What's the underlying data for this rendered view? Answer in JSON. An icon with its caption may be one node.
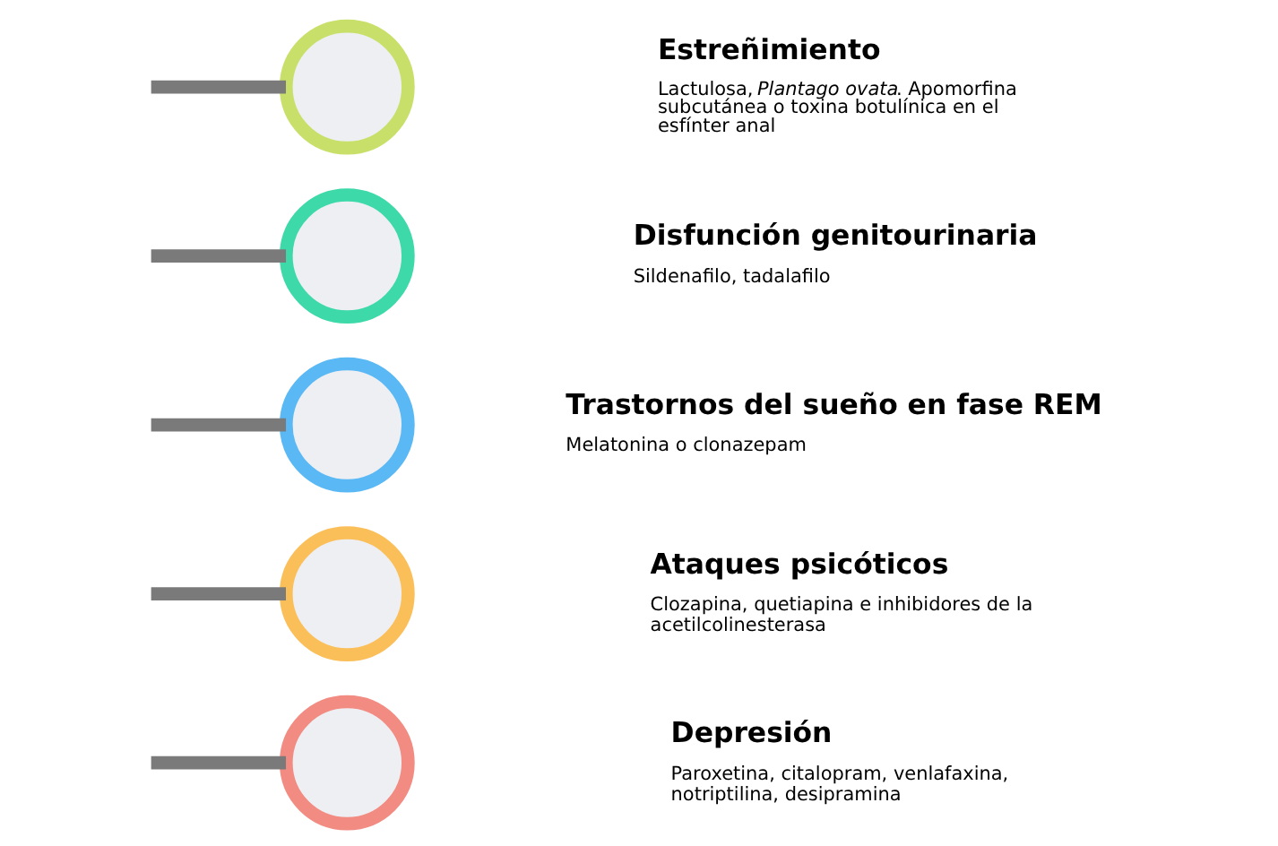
{
  "diagram": {
    "nodes": [
      {
        "text": [],
        "shape": "circle",
        "beside": [
          "Depresión",
          "Paroxetina, citalopram, venlafaxina, notriptilina, desipramina"
        ]
      },
      {
        "text": [],
        "shape": "circle",
        "beside": [
          "Ataques psicóticos",
          "Clozapina, quetiapina e inhibidores de la acetilcolinesterasa"
        ]
      },
      {
        "text": [],
        "shape": "circle",
        "beside": [
          "Trastornos del sueño en fase REM",
          "Melatonina o clonazepam"
        ]
      },
      {
        "text": [],
        "shape": "circle",
        "beside": [
          "Disfunción genitourinaria",
          "Sildenafilo, tadalafilo"
        ]
      },
      {
        "text": [],
        "shape": "circle",
        "beside": [
          "Estreñimiento",
          "Lactulosa, *Plantago ovata*. Apomorfina subcutánea o toxina botulínica en el esfínter anal"
        ]
      }
    ],
    "edges": [
      {
        "from": null,
        "to": 0,
        "arrow": "none"
      },
      {
        "from": null,
        "to": 1,
        "arrow": "none"
      },
      {
        "from": null,
        "to": 2,
        "arrow": "none"
      },
      {
        "from": null,
        "to": 3,
        "arrow": "none"
      },
      {
        "from": null,
        "to": 4,
        "arrow": "none"
      }
    ]
  }
}
